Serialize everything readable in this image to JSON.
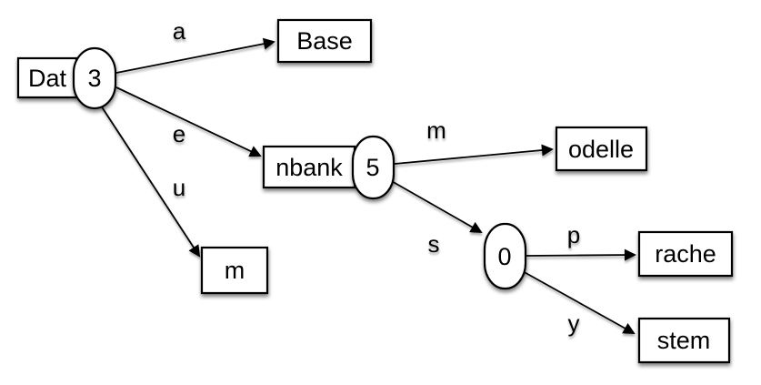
{
  "diagram": {
    "type": "trie",
    "colors": {
      "background": "#ffffff",
      "node_fill": "#ffffff",
      "stroke": "#000000",
      "text": "#000000",
      "shadow": "#000000"
    },
    "nodes": [
      {
        "id": "dat",
        "shape": "rect",
        "label": "Dat"
      },
      {
        "id": "count3",
        "shape": "capsule",
        "label": "3"
      },
      {
        "id": "base",
        "shape": "rect",
        "label": "Base"
      },
      {
        "id": "nbank",
        "shape": "rect",
        "label": "nbank"
      },
      {
        "id": "count5",
        "shape": "capsule",
        "label": "5"
      },
      {
        "id": "m",
        "shape": "rect",
        "label": "m"
      },
      {
        "id": "odelle",
        "shape": "rect",
        "label": "odelle"
      },
      {
        "id": "count0",
        "shape": "capsule",
        "label": "0"
      },
      {
        "id": "rache",
        "shape": "rect",
        "label": "rache"
      },
      {
        "id": "stem",
        "shape": "rect",
        "label": "stem"
      }
    ],
    "edges": [
      {
        "from": "count3",
        "to": "base",
        "label": "a"
      },
      {
        "from": "count3",
        "to": "nbank",
        "label": "e"
      },
      {
        "from": "count3",
        "to": "m",
        "label": "u"
      },
      {
        "from": "count5",
        "to": "odelle",
        "label": "m"
      },
      {
        "from": "count5",
        "to": "count0",
        "label": "s"
      },
      {
        "from": "count0",
        "to": "rache",
        "label": "p"
      },
      {
        "from": "count0",
        "to": "stem",
        "label": "y"
      }
    ]
  }
}
